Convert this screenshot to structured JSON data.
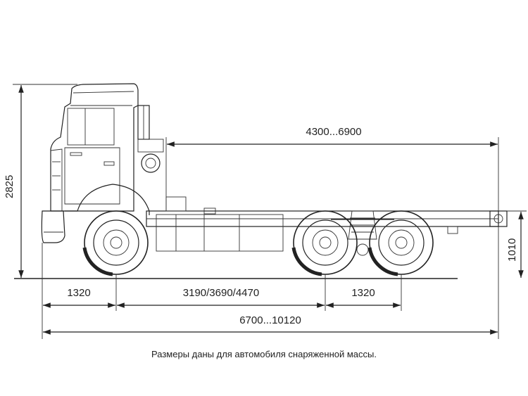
{
  "dimensions": {
    "height_total": "2825",
    "frame_length": "4300...6900",
    "frame_height": "1010",
    "front_overhang": "1320",
    "wheelbase": "3190/3690/4470",
    "rear_bogie": "1320",
    "overall_length": "6700...10120"
  },
  "caption": "Размеры даны для автомобиля снаряженной массы.",
  "colors": {
    "line": "#222222",
    "background": "#ffffff"
  }
}
